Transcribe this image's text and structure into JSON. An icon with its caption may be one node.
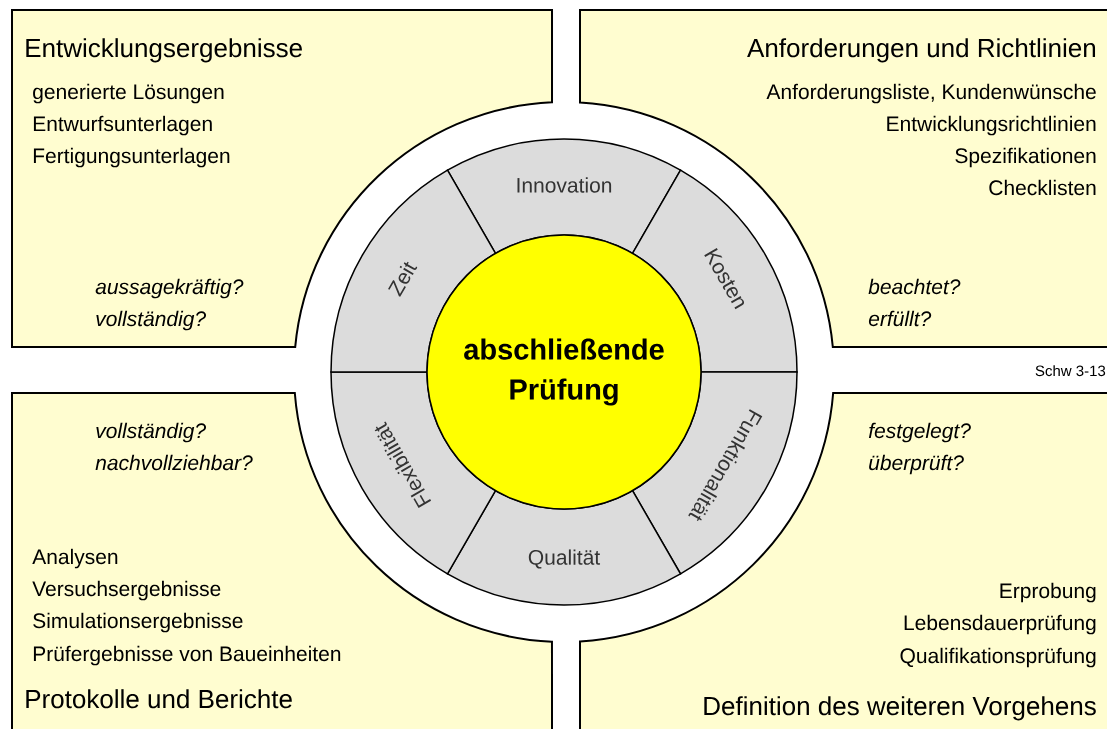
{
  "diagram": {
    "nodes": [
      {
        "text": [
          "Entwicklungsergebnisse",
          "generierte Lösungen",
          "Entwurfsunterlagen",
          "Fertigungsunterlagen",
          "aussagekräftig?",
          "vollständig?"
        ]
      },
      {
        "text": [
          "Anforderungen und Richtlinien",
          "Anforderungsliste, Kundenwünsche",
          "Entwicklungsrichtlinien",
          "Spezifikationen",
          "Checklisten",
          "beachtet?",
          "erfüllt?"
        ]
      },
      {
        "text": [
          "vollständig?",
          "nachvollziehbar?",
          "Analysen",
          "Versuchsergebnisse",
          "Simulationsergebnisse",
          "Prüfergebnisse von Baueinheiten",
          "Protokolle und Berichte"
        ]
      },
      {
        "text": [
          "festgelegt?",
          "überprüft?",
          "Erprobung",
          "Lebensdauerprüfung",
          "Qualifikationsprüfung",
          "Definition des weiteren Vorgehens"
        ]
      },
      {
        "text": [
          "abschließende Prüfung"
        ]
      },
      {
        "text": [
          "Innovation"
        ]
      },
      {
        "text": [
          "Kosten"
        ]
      },
      {
        "text": [
          "Funktionalität"
        ]
      },
      {
        "text": [
          "Qualität"
        ]
      },
      {
        "text": [
          "Flexibilität"
        ]
      },
      {
        "text": [
          "Zeit"
        ]
      }
    ],
    "labels": [
      "Schw 3-13"
    ]
  }
}
